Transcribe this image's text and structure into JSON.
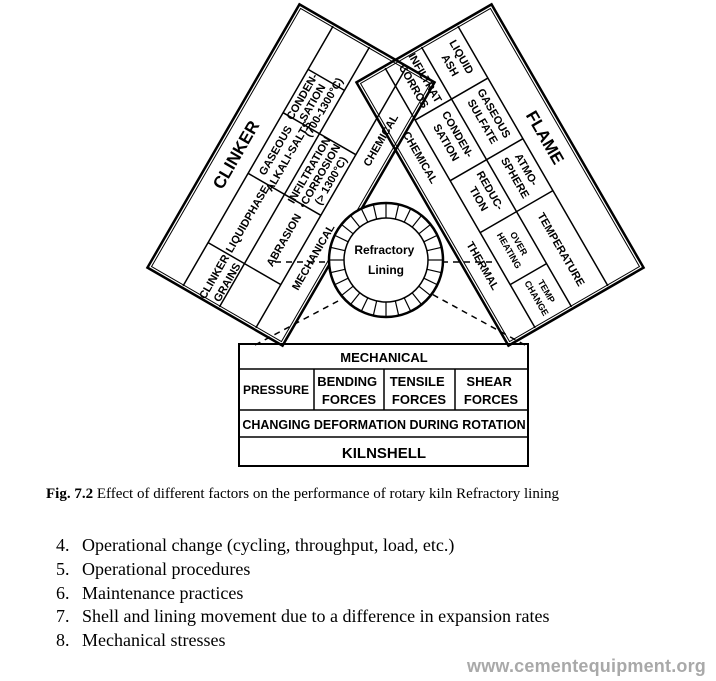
{
  "diagram": {
    "center": {
      "line1": "Refractory",
      "line2": "Lining"
    },
    "clinker": {
      "title": "CLINKER",
      "row1": [
        "LIQUIDPHASE",
        "GASEOUS",
        "ALKALI-SALTS"
      ],
      "row1b": [
        "CONDEN-",
        "SATION",
        "(700-1300°C)"
      ],
      "row2": [
        "CLINKER",
        "GRAINS"
      ],
      "infiltration": [
        "INFILTRATION",
        "•CORROSION",
        "(> 1300°C)"
      ],
      "abrasion": "ABRASION",
      "mechanical": "MECHANICAL",
      "chemical": "CHEMICAL"
    },
    "flame": {
      "title": "FLAME",
      "liquid_ash": [
        "LIQUID",
        "ASH"
      ],
      "gaseous_sulfate": [
        "GASEOUS",
        "SULFATE"
      ],
      "infiltration": [
        "INFILTRAT",
        "CORROS"
      ],
      "condensation": [
        "CONDEN-",
        "SATION"
      ],
      "reduction": [
        "REDUC-",
        "TION"
      ],
      "atmosphere": [
        "ATMO-",
        "SPHERE"
      ],
      "temperature": "TEMPERATURE",
      "overheating": [
        "OVER",
        "HEATING"
      ],
      "temp_change": [
        "TEMP",
        "CHANGE"
      ],
      "chemical": "CHEMICAL",
      "thermal": "THERMAL"
    },
    "kilnshell": {
      "mechanical": "MECHANICAL",
      "pressure": "PRESSURE",
      "bending": [
        "BENDING",
        "FORCES"
      ],
      "tensile": [
        "TENSILE",
        "FORCES"
      ],
      "shear": [
        "SHEAR",
        "FORCES"
      ],
      "deformation": "CHANGING DEFORMATION DURING ROTATION",
      "title": "KILNSHELL"
    }
  },
  "caption": {
    "label": "Fig. 7.2",
    "text": "Effect of different factors on the performance of rotary kiln Refractory lining"
  },
  "list": [
    {
      "num": "4.",
      "text": "Operational change (cycling, throughput, load, etc.)"
    },
    {
      "num": "5.",
      "text": "Operational procedures"
    },
    {
      "num": "6.",
      "text": "Maintenance practices"
    },
    {
      "num": "7.",
      "text": "Shell and lining movement due to a difference in expansion rates"
    },
    {
      "num": "8.",
      "text": "Mechanical stresses"
    }
  ],
  "watermark": "www.cementequipment.org"
}
